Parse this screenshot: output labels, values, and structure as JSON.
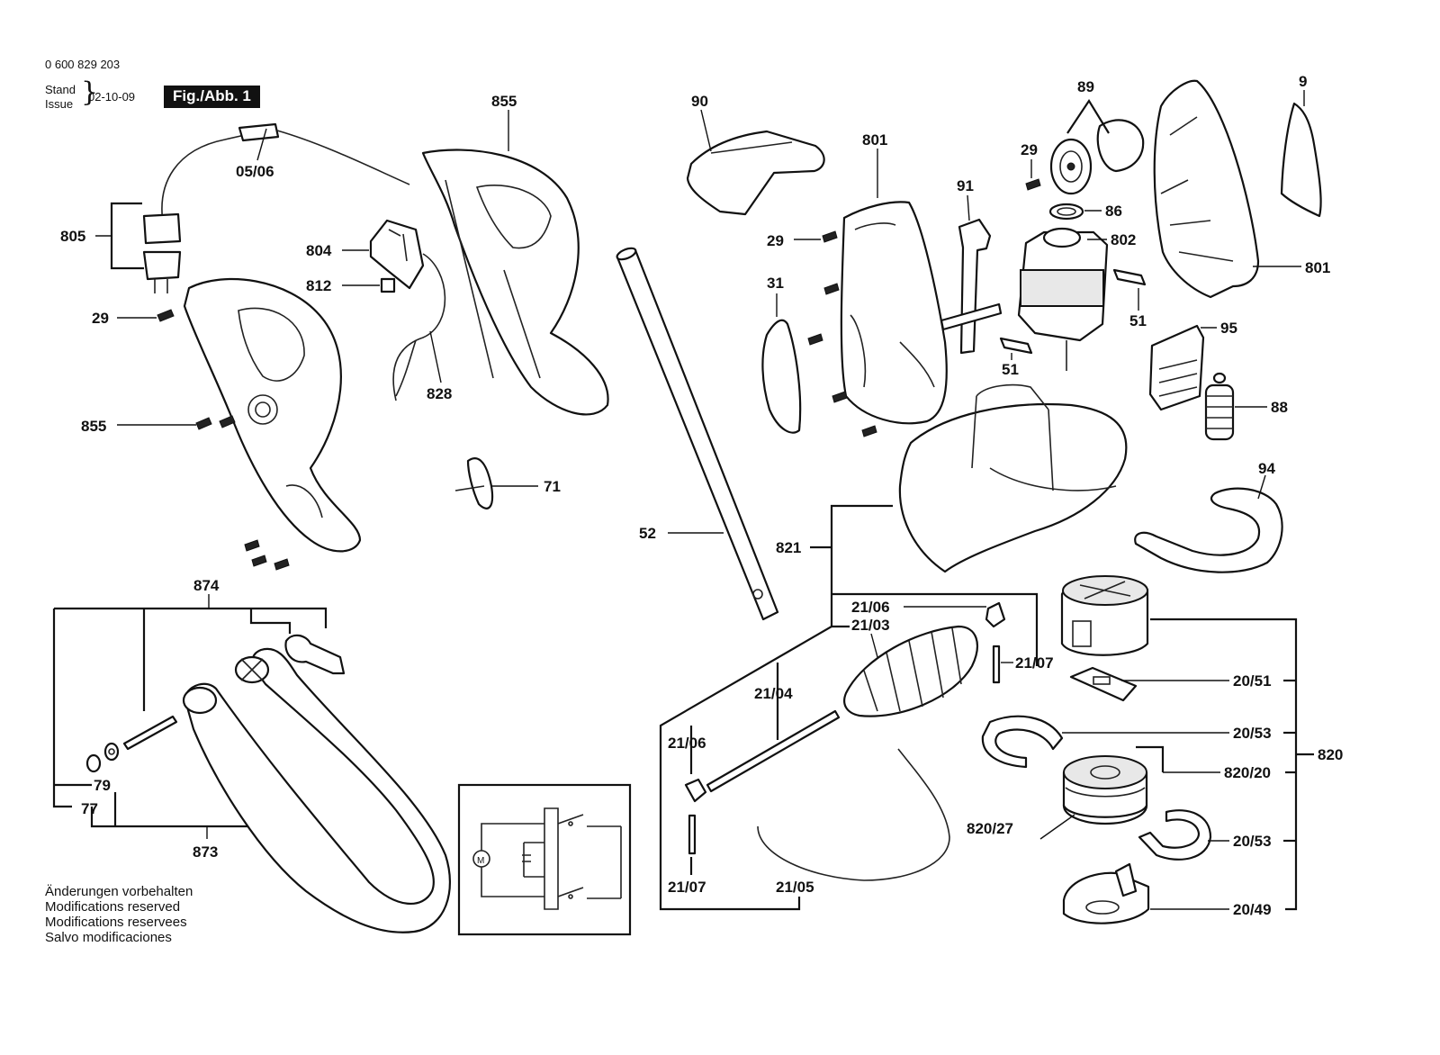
{
  "header": {
    "document_number": "0 600 829 203",
    "stand_label": "Stand",
    "issue_label": "Issue",
    "date": "02-10-09",
    "figure_label": "Fig./Abb. 1"
  },
  "footnote": [
    "Änderungen vorbehalten",
    "Modifications reserved",
    "Modifications reservees",
    "Salvo modificaciones"
  ],
  "callouts": {
    "c_0506": "05/06",
    "c_805": "805",
    "c_29_left": "29",
    "c_804": "804",
    "c_812": "812",
    "c_828": "828",
    "c_855_top": "855",
    "c_855_left": "855",
    "c_71": "71",
    "c_874": "874",
    "c_79": "79",
    "c_77": "77",
    "c_873": "873",
    "c_90": "90",
    "c_52": "52",
    "c_801_top": "801",
    "c_29_mid": "29",
    "c_31": "31",
    "c_91": "91",
    "c_89": "89",
    "c_29_right": "29",
    "c_86": "86",
    "c_802": "802",
    "c_51_right": "51",
    "c_51_left": "51",
    "c_9": "9",
    "c_801_right": "801",
    "c_95": "95",
    "c_88": "88",
    "c_94": "94",
    "c_821": "821",
    "c_2106_top": "21/06",
    "c_2103": "21/03",
    "c_2107_right": "21/07",
    "c_2104": "21/04",
    "c_2106_left": "21/06",
    "c_2107_bottom": "21/07",
    "c_2105": "21/05",
    "c_2051": "20/51",
    "c_2053_top": "20/53",
    "c_820": "820",
    "c_82020": "820/20",
    "c_82027": "820/27",
    "c_2053_bottom": "20/53",
    "c_2049": "20/49"
  },
  "schematic": {
    "motor_symbol": "M"
  }
}
